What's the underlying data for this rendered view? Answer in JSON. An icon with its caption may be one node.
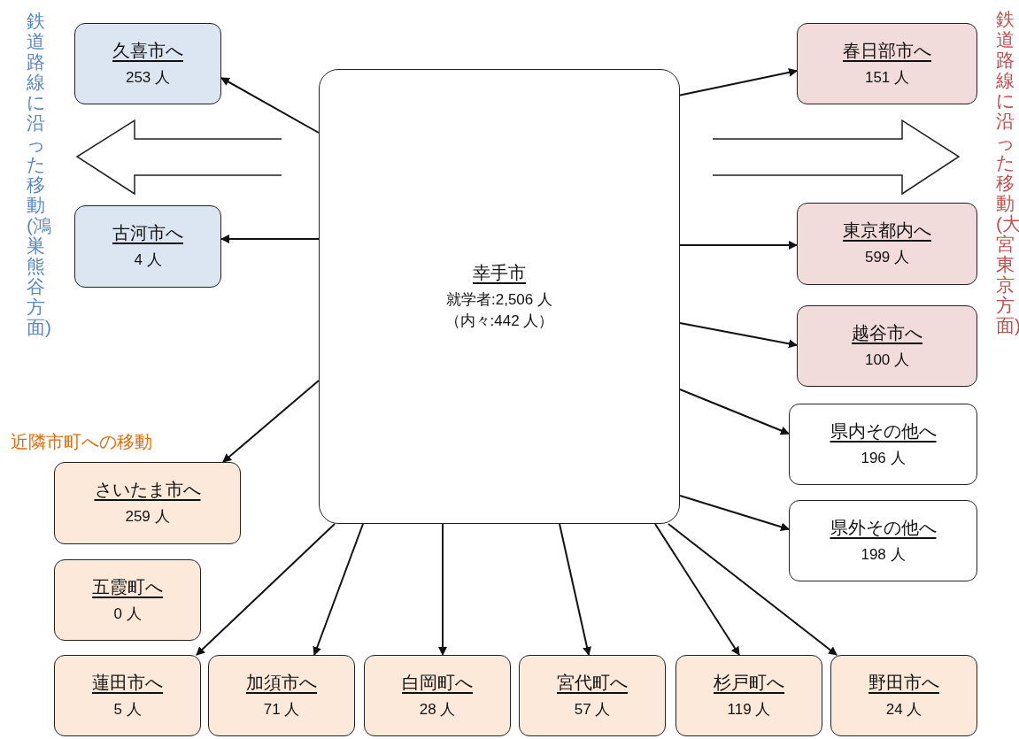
{
  "diagram": {
    "nodes": [
      {
        "text": [
          "幸手市",
          "就学者:2,506 人",
          "（内々:442 人）"
        ]
      },
      {
        "text": [
          "久喜市へ",
          "253 人"
        ]
      },
      {
        "text": [
          "古河市へ",
          "4 人"
        ]
      },
      {
        "text": [
          "春日部市へ",
          "151 人"
        ]
      },
      {
        "text": [
          "東京都内へ",
          "599 人"
        ]
      },
      {
        "text": [
          "越谷市へ",
          "100 人"
        ]
      },
      {
        "text": [
          "県内その他へ",
          "196 人"
        ]
      },
      {
        "text": [
          "県外その他へ",
          "198 人"
        ]
      },
      {
        "text": [
          "さいたま市へ",
          "259 人"
        ]
      },
      {
        "text": [
          "五霞町へ",
          "0 人"
        ]
      },
      {
        "text": [
          "蓮田市へ",
          "5 人"
        ]
      },
      {
        "text": [
          "加須市へ",
          "71 人"
        ]
      },
      {
        "text": [
          "白岡町へ",
          "28 人"
        ]
      },
      {
        "text": [
          "宮代町へ",
          "57 人"
        ]
      },
      {
        "text": [
          "杉戸町へ",
          "119 人"
        ]
      },
      {
        "text": [
          "野田市へ",
          "24 人"
        ]
      }
    ],
    "edges": [
      {
        "from": 0,
        "to": 1,
        "arrow": "to"
      },
      {
        "from": 0,
        "to": 2,
        "arrow": "to"
      },
      {
        "from": 0,
        "to": 3,
        "arrow": "to"
      },
      {
        "from": 0,
        "to": 4,
        "arrow": "to"
      },
      {
        "from": 0,
        "to": 5,
        "arrow": "to"
      },
      {
        "from": 0,
        "to": 6,
        "arrow": "to"
      },
      {
        "from": 0,
        "to": 7,
        "arrow": "to"
      },
      {
        "from": 0,
        "to": 8,
        "arrow": "to"
      },
      {
        "from": 0,
        "to": 10,
        "arrow": "to"
      },
      {
        "from": 0,
        "to": 11,
        "arrow": "to"
      },
      {
        "from": 0,
        "to": 12,
        "arrow": "to"
      },
      {
        "from": 0,
        "to": 13,
        "arrow": "to"
      },
      {
        "from": 0,
        "to": 14,
        "arrow": "to"
      },
      {
        "from": 0,
        "to": 15,
        "arrow": "to"
      }
    ],
    "labels": [
      "鉄道路線に沿った移動(鴻巣熊谷方面)",
      "鉄道路線に沿った移動(大宮東京方面)",
      "近隣市町への移動"
    ]
  }
}
